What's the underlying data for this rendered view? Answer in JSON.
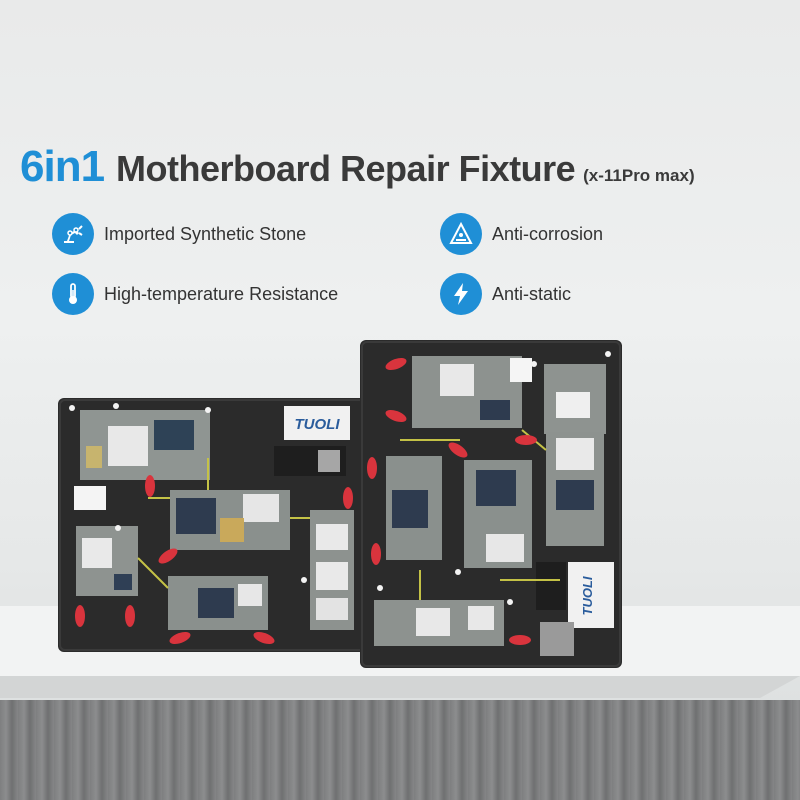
{
  "title": {
    "big": "6in1",
    "main": "Motherboard Repair Fixture",
    "model": "(x-11Pro max)"
  },
  "features": [
    {
      "label": "Imported Synthetic Stone",
      "icon": "robot-arm-icon"
    },
    {
      "label": "Anti-corrosion",
      "icon": "anti-corrosion-icon"
    },
    {
      "label": "High-temperature Resistance",
      "icon": "thermometer-icon"
    },
    {
      "label": "Anti-static",
      "icon": "lightning-icon"
    }
  ],
  "brand": {
    "left": "TUOLI",
    "right": "TUOLI"
  },
  "colors": {
    "accent": "#1f8fd6",
    "fixture": "#2b2b2b",
    "clamp": "#d9343d",
    "floor": "#7e7f80"
  }
}
